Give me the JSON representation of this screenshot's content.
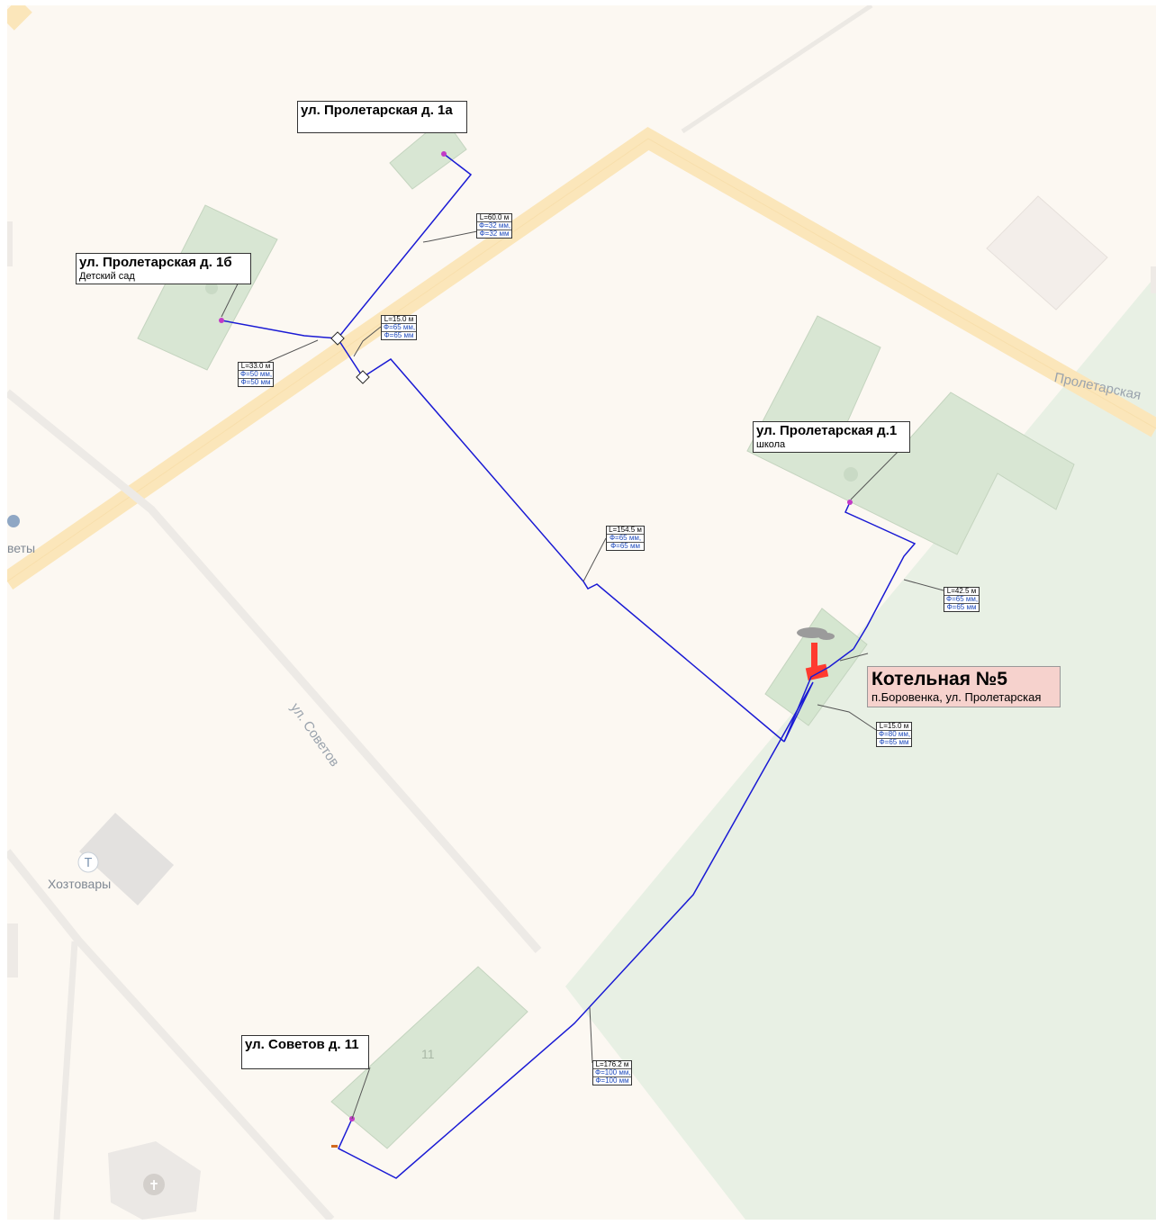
{
  "map": {
    "streets": {
      "proletarskaya": "Пролетарская",
      "sovetov": "ул. Советов"
    },
    "pois": {
      "flowers": "веты",
      "hardware": "Хозтовары",
      "building_number": "11"
    },
    "colors": {
      "pipe": "#1a1ad4",
      "node": "#c23bc6",
      "building_fill": "#cfe0cb",
      "boiler": "#ff3b2f",
      "green_area": "#e7efe3",
      "road": "#fbe3b4"
    }
  },
  "consumers": {
    "b1a": {
      "title": "ул. Пролетарская д. 1а",
      "subtitle": ""
    },
    "b1b": {
      "title": "ул. Пролетарская д. 1б",
      "subtitle": "Детский сад"
    },
    "b1": {
      "title": "ул. Пролетарская д.1",
      "subtitle": "школа"
    },
    "b11": {
      "title": "ул. Советов д. 11",
      "subtitle": ""
    }
  },
  "boiler": {
    "title": "Котельная №5",
    "address": "п.Боровенка, ул. Пролетарская"
  },
  "pipes": {
    "p1": {
      "length": "L=60.0 м",
      "d1": "Ф=32 мм,",
      "d2": "Ф=32 мм"
    },
    "p2": {
      "length": "L=15.0 м",
      "d1": "Ф=65 мм,",
      "d2": "Ф=65 мм"
    },
    "p3": {
      "length": "L=33.0 м",
      "d1": "Ф=50 мм,",
      "d2": "Ф=50 мм"
    },
    "p4": {
      "length": "L=154.5 м",
      "d1": "Ф=65 мм,",
      "d2": "Ф=65 мм"
    },
    "p5": {
      "length": "L=42.5 м",
      "d1": "Ф=65 мм,",
      "d2": "Ф=65 мм"
    },
    "p6": {
      "length": "L=15.0 м",
      "d1": "Ф=80 мм,",
      "d2": "Ф=65 мм"
    },
    "p7": {
      "length": "L=176.2 м",
      "d1": "Ф=100 мм,",
      "d2": "Ф=100 мм"
    }
  }
}
